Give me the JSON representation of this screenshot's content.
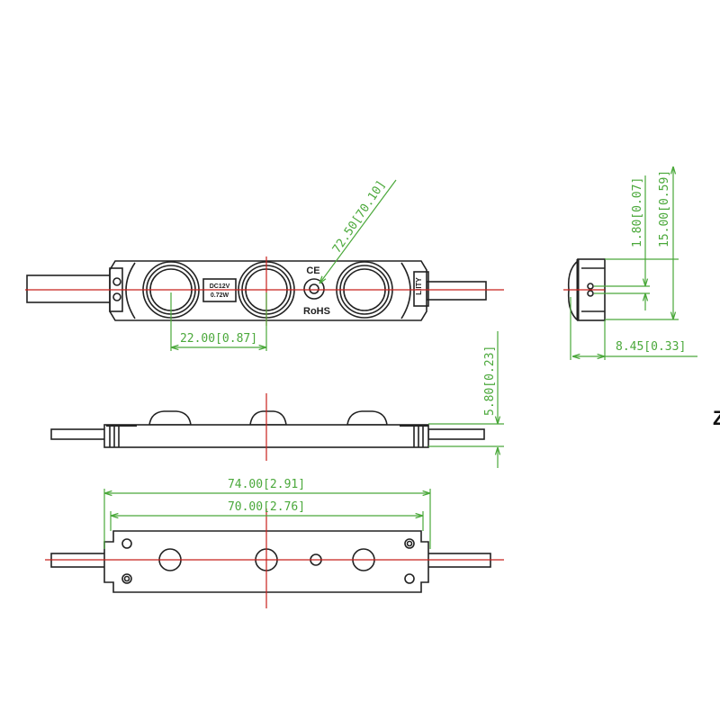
{
  "drawing": {
    "front_view": {
      "label_line1": "DC12V",
      "label_line2": "0.72W",
      "ce_mark": "CE",
      "rohs_mark": "RoHS",
      "end_cap_mark": "LIITY",
      "led_pitch_dimension": "22.00[0.87]",
      "hole_diameter_dimension": "72.50[70.10]"
    },
    "side_view": {
      "dim_1": "1.80[0.07]",
      "dim_2": "15.00[0.59]",
      "dim_depth": "8.45[0.33]"
    },
    "profile_view": {
      "height_dimension": "5.80[0.23]"
    },
    "bottom_view": {
      "overall_length": "74.00[2.91]",
      "body_length": "70.00[2.76]"
    },
    "edge_clipped_text": "Z"
  },
  "colors": {
    "outline": "#222222",
    "centerline": "#c8201c",
    "dimension": "#4aa83a"
  }
}
